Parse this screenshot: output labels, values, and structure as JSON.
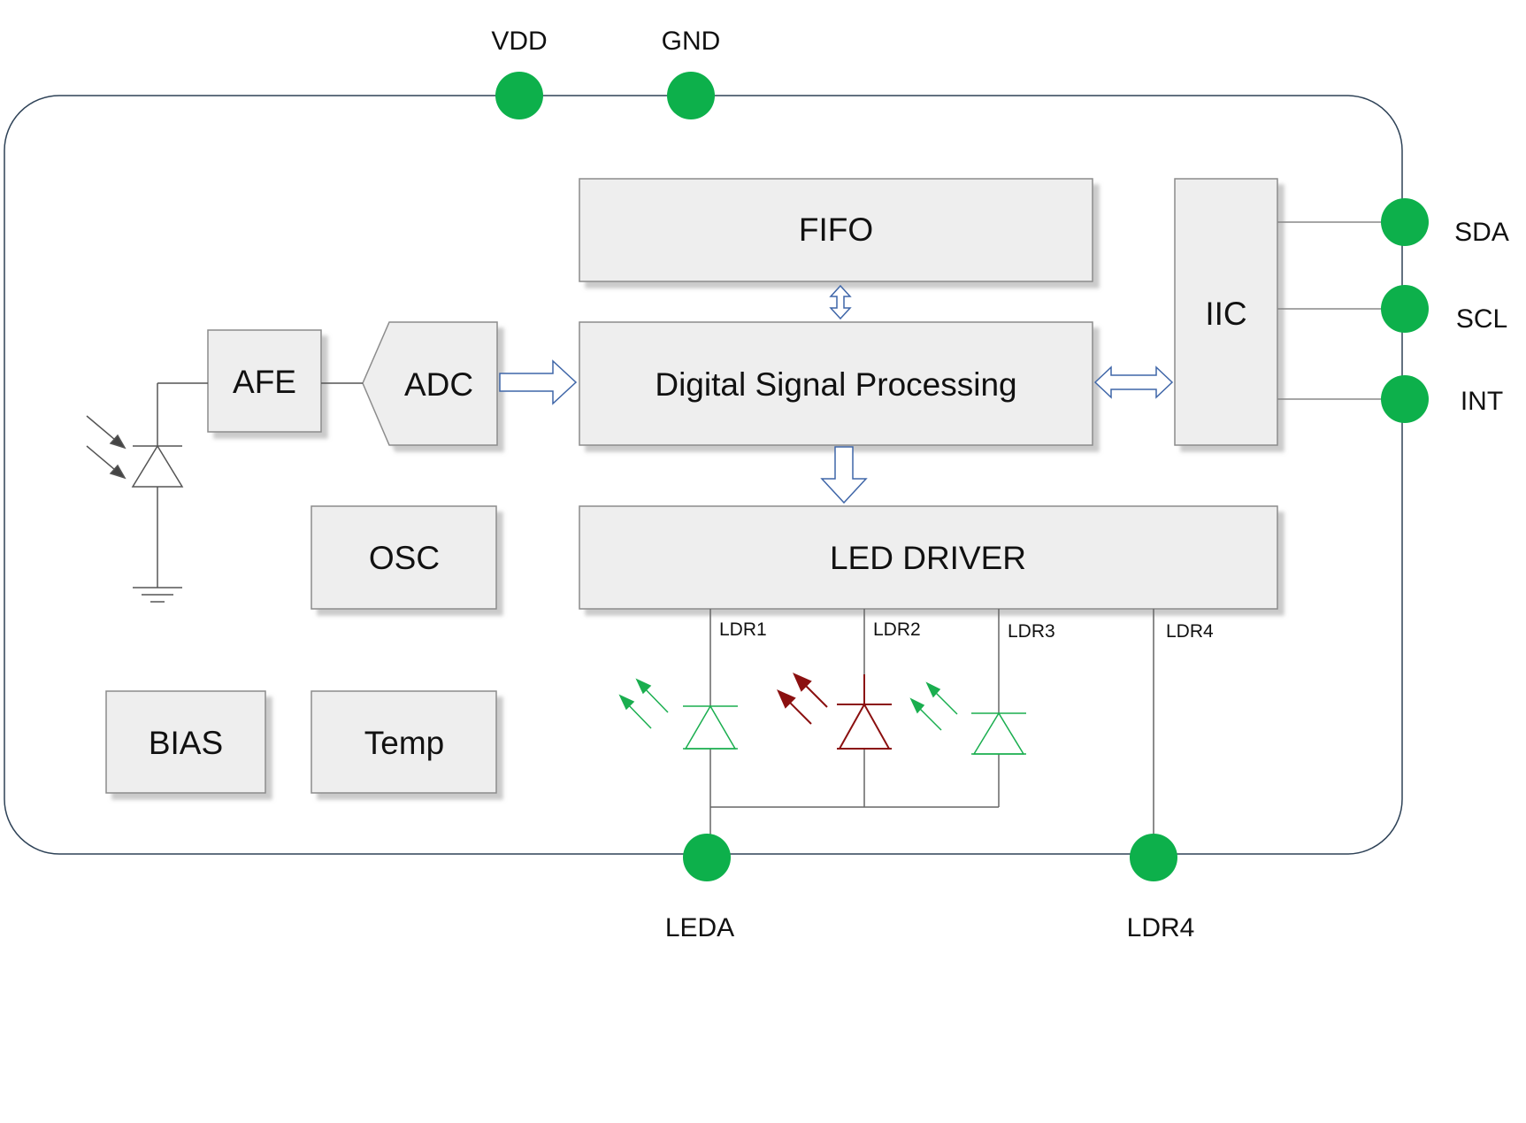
{
  "diagram": {
    "pins": {
      "vdd": "VDD",
      "gnd": "GND",
      "sda": "SDA",
      "scl": "SCL",
      "int": "INT",
      "leda": "LEDA",
      "ldr4": "LDR4"
    },
    "blocks": {
      "fifo": "FIFO",
      "dsp": "Digital Signal Processing",
      "iic": "IIC",
      "afe": "AFE",
      "adc": "ADC",
      "osc": "OSC",
      "led_driver": "LED DRIVER",
      "bias": "BIAS",
      "temp": "Temp"
    },
    "channels": {
      "ldr1": "LDR1",
      "ldr2": "LDR2",
      "ldr3": "LDR3",
      "ldr4": "LDR4"
    },
    "colors": {
      "pin": "#0db04b",
      "block_fill": "#eeeeee",
      "block_border": "#8c8c8c",
      "outline": "#2e4257",
      "led_green": "#1aae4f",
      "led_red": "#8b1010",
      "arrow": "#3f66a8"
    }
  }
}
